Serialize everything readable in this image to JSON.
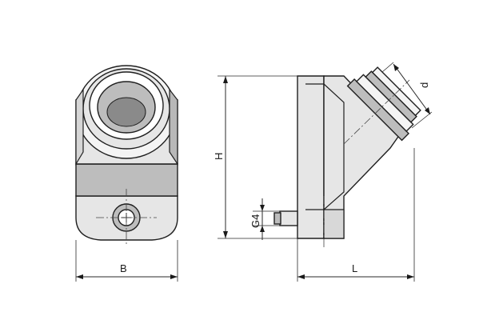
{
  "drawing": {
    "dimensions": {
      "width_label": "B",
      "height_label": "H",
      "length_label": "L",
      "bore_label": "d",
      "port_label": "G4"
    }
  }
}
